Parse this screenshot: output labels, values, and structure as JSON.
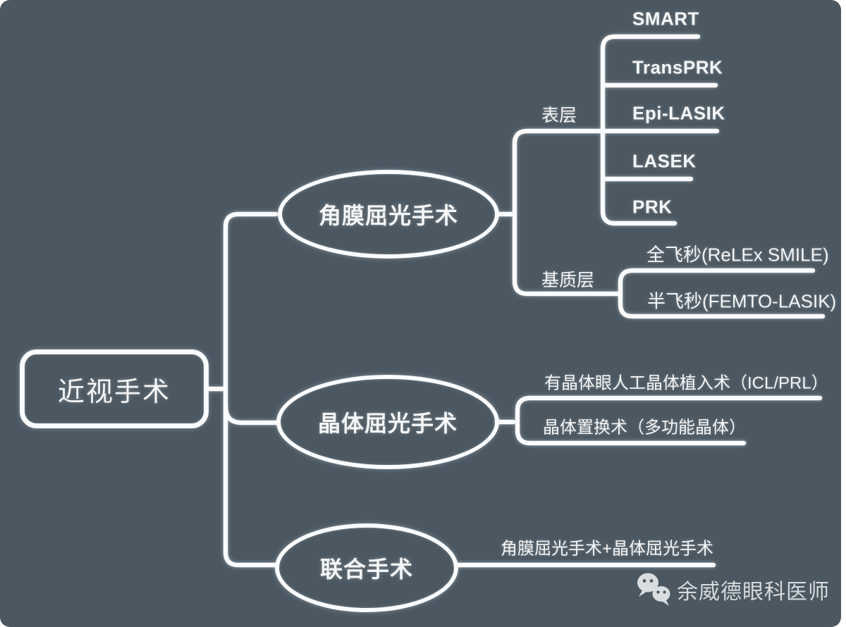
{
  "root": {
    "label": "近视手术"
  },
  "branches": [
    {
      "label": "角膜屈光手术",
      "groups": [
        {
          "label": "表层",
          "children": [
            "SMART",
            "TransPRK",
            "Epi-LASIK",
            "LASEK",
            "PRK"
          ]
        },
        {
          "label": "基质层",
          "children": [
            "全飞秒(ReLEx SMILE)",
            "半飞秒(FEMTO-LASIK)"
          ]
        }
      ]
    },
    {
      "label": "晶体屈光手术",
      "children": [
        "有晶体眼人工晶体植入术（ICL/PRL）",
        "晶体置换术（多功能晶体）"
      ]
    },
    {
      "label": "联合手术",
      "children": [
        "角膜屈光手术+晶体屈光手术"
      ]
    }
  ],
  "watermark": {
    "icon": "wechat-icon",
    "label": "余威德眼科医师"
  },
  "colors": {
    "background": "#4B5862",
    "line": "#FAFBFC",
    "text": "#F4F6F7",
    "watermark_text": "#D6DADD",
    "page": "#FFFFFF"
  }
}
